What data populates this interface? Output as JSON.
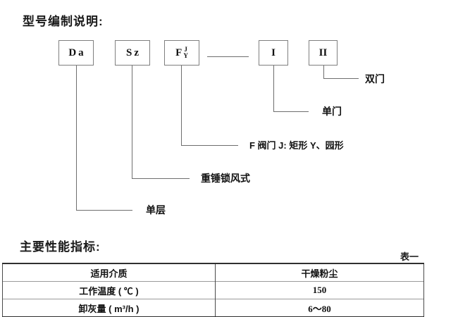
{
  "page": {
    "title": "型号编制说明:",
    "section_title": "主要性能指标:",
    "table_caption": "表一"
  },
  "diagram": {
    "boxes": [
      {
        "label": "Da"
      },
      {
        "label": "Sz"
      },
      {
        "label": "F",
        "sup": "J",
        "sub": "Y"
      },
      {
        "label": "I"
      },
      {
        "label": "II"
      }
    ],
    "callouts": [
      {
        "label": "双门"
      },
      {
        "label": "单门"
      },
      {
        "label": "F 阀门 J: 矩形  Y、园形"
      },
      {
        "label": "重锤锁风式"
      },
      {
        "label": "单层"
      }
    ]
  },
  "table": {
    "rows": [
      {
        "label": "适用介质",
        "value": "干燥粉尘"
      },
      {
        "label": "工作温度 ( ℃ )",
        "value": "150"
      },
      {
        "label": "卸灰量 ( m³/h )",
        "value": "6～80"
      }
    ]
  },
  "colors": {
    "text": "#1a1a1a",
    "line": "#6e6e6e",
    "box_border": "#7f7f7f",
    "table_border_heavy": "#2f2f2f",
    "table_border_light": "#9a9a9a"
  }
}
